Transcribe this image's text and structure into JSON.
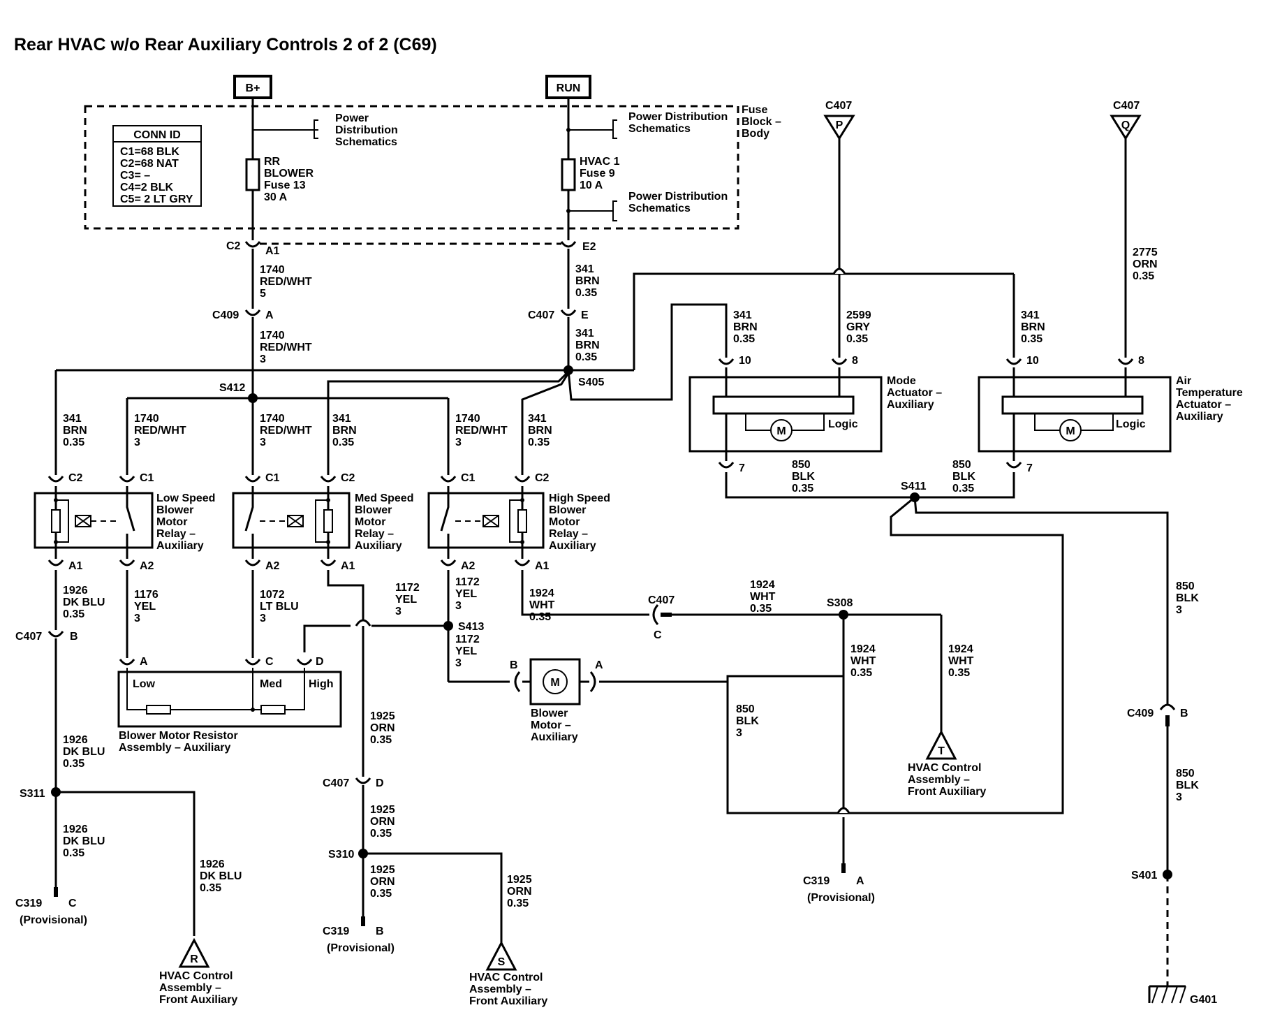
{
  "title": "Rear HVAC w/o Rear Auxiliary Controls 2 of 2 (C69)",
  "power": {
    "bplus": "B+",
    "run": "RUN"
  },
  "conn_id": {
    "header": "CONN ID",
    "rows": [
      "C1=68 BLK",
      "C2=68 NAT",
      "C3= –",
      "C4=2 BLK",
      "C5= 2 LT GRY"
    ]
  },
  "fuse_block": [
    "Fuse",
    "Block –",
    "Body"
  ],
  "pds": [
    "Power",
    "Distribution",
    "Schematics"
  ],
  "pds2": [
    "Power Distribution",
    "Schematics"
  ],
  "pds3": [
    "Power Distribution",
    "Schematics"
  ],
  "fuse_rr": [
    "RR",
    "BLOWER",
    "Fuse 13",
    "30 A"
  ],
  "fuse_hvac": [
    "HVAC 1",
    "Fuse 9",
    "10 A"
  ],
  "conn": {
    "c2": "C2",
    "a1": "A1",
    "e2": "E2",
    "c409": "C409",
    "a": "A",
    "c407": "C407",
    "e": "E",
    "c407_top1": "C407",
    "p": "P",
    "c407_top2": "C407",
    "q": "Q",
    "low_c2": "C2",
    "low_c1": "C1",
    "low_a1": "A1",
    "low_a2": "A2",
    "med_c1": "C1",
    "med_c2": "C2",
    "med_a2": "A2",
    "med_a1": "A1",
    "high_c1": "C1",
    "high_c2": "C2",
    "high_a2": "A2",
    "high_a1": "A1",
    "c407_b_l": "C407",
    "b_l": "B",
    "res_a": "A",
    "res_c": "C",
    "res_d": "D",
    "c407_c": "C407",
    "c_c": "C",
    "c407_d": "C407",
    "d_d": "D",
    "mot_b": "B",
    "mot_a": "A",
    "mode_10": "10",
    "mode_8": "8",
    "mode_7": "7",
    "air_10": "10",
    "air_8": "8",
    "air_7": "7",
    "c409_b": "C409",
    "b_r": "B",
    "c319_c": "C319",
    "c_l": "C",
    "c319_b": "C319",
    "b_m": "B",
    "c319_a": "C319",
    "a_m": "A",
    "prov1": "(Provisional)",
    "prov2": "(Provisional)",
    "prov3": "(Provisional)",
    "r": "R",
    "s": "S",
    "t": "T"
  },
  "splices": {
    "s412": "S412",
    "s405": "S405",
    "s411": "S411",
    "s413": "S413",
    "s308": "S308",
    "s311": "S311",
    "s310": "S310",
    "s401": "S401",
    "g401": "G401"
  },
  "wires": {
    "w1": [
      "1740",
      "RED/WHT",
      "5"
    ],
    "w2": [
      "341",
      "BRN",
      "0.35"
    ],
    "w3": [
      "1740",
      "RED/WHT",
      "3"
    ],
    "w4": [
      "341",
      "BRN",
      "0.35"
    ],
    "w5": [
      "341",
      "BRN",
      "0.35"
    ],
    "w6": [
      "1740",
      "RED/WHT",
      "3"
    ],
    "w7": [
      "1740",
      "RED/WHT",
      "3"
    ],
    "w8": [
      "341",
      "BRN",
      "0.35"
    ],
    "w9": [
      "1740",
      "RED/WHT",
      "3"
    ],
    "w10": [
      "341",
      "BRN",
      "0.35"
    ],
    "w11": [
      "341",
      "BRN",
      "0.35"
    ],
    "w12": [
      "2599",
      "GRY",
      "0.35"
    ],
    "w13": [
      "341",
      "BRN",
      "0.35"
    ],
    "w14": [
      "2775",
      "ORN",
      "0.35"
    ],
    "w15": [
      "850",
      "BLK",
      "0.35"
    ],
    "w16": [
      "850",
      "BLK",
      "0.35"
    ],
    "w17": [
      "1926",
      "DK BLU",
      "0.35"
    ],
    "w18": [
      "1176",
      "YEL",
      "3"
    ],
    "w19": [
      "1072",
      "LT BLU",
      "3"
    ],
    "w20": [
      "1172",
      "YEL",
      "3"
    ],
    "w21": [
      "1172",
      "YEL",
      "3"
    ],
    "w22": [
      "1924",
      "WHT",
      "0.35"
    ],
    "w23": [
      "1924",
      "WHT",
      "0.35"
    ],
    "w24": [
      "1172",
      "YEL",
      "3"
    ],
    "w25": [
      "1924",
      "WHT",
      "0.35"
    ],
    "w26": [
      "1924",
      "WHT",
      "0.35"
    ],
    "w27": [
      "850",
      "BLK",
      "3"
    ],
    "w28": [
      "1925",
      "ORN",
      "0.35"
    ],
    "w29": [
      "850",
      "BLK",
      "3"
    ],
    "w30": [
      "850",
      "BLK",
      "3"
    ],
    "w31": [
      "1926",
      "DK BLU",
      "0.35"
    ],
    "w32": [
      "1926",
      "DK BLU",
      "0.35"
    ],
    "w33": [
      "1926",
      "DK BLU",
      "0.35"
    ],
    "w34": [
      "1925",
      "ORN",
      "0.35"
    ],
    "w35": [
      "1925",
      "ORN",
      "0.35"
    ],
    "w36": [
      "1925",
      "ORN",
      "0.35"
    ]
  },
  "components": {
    "low_relay": [
      "Low Speed",
      "Blower",
      "Motor",
      "Relay –",
      "Auxiliary"
    ],
    "med_relay": [
      "Med Speed",
      "Blower",
      "Motor",
      "Relay –",
      "Auxiliary"
    ],
    "high_relay": [
      "High Speed",
      "Blower",
      "Motor",
      "Relay –",
      "Auxiliary"
    ],
    "mode_act": [
      "Mode",
      "Actuator –",
      "Auxiliary"
    ],
    "air_act": [
      "Air",
      "Temperature",
      "Actuator –",
      "Auxiliary"
    ],
    "logic1": "Logic",
    "logic2": "Logic",
    "m1": "M",
    "m2": "M",
    "m3": "M",
    "resistor": [
      "Blower Motor Resistor",
      "Assembly – Auxiliary"
    ],
    "res_low": "Low",
    "res_med": "Med",
    "res_high": "High",
    "motor": [
      "Blower",
      "Motor –",
      "Auxiliary"
    ],
    "hvac_t": [
      "HVAC Control",
      "Assembly –",
      "Front Auxiliary"
    ],
    "hvac_r": [
      "HVAC Control",
      "Assembly –",
      "Front Auxiliary"
    ],
    "hvac_s": [
      "HVAC Control",
      "Assembly –",
      "Front Auxiliary"
    ]
  }
}
